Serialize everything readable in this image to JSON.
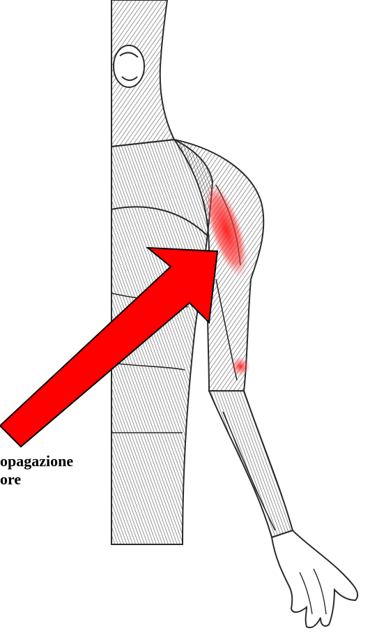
{
  "caption": {
    "line1": "opagazione",
    "line2": "ore"
  },
  "colors": {
    "arrow": "#ff0000",
    "arrow_outline": "#000000",
    "highlight": "#ff2a2a",
    "ink": "#2a2a2a"
  },
  "icons": {
    "figure": "anatomical-arm-muscles",
    "arrow": "red-arrow-pointing-to-shoulder"
  }
}
